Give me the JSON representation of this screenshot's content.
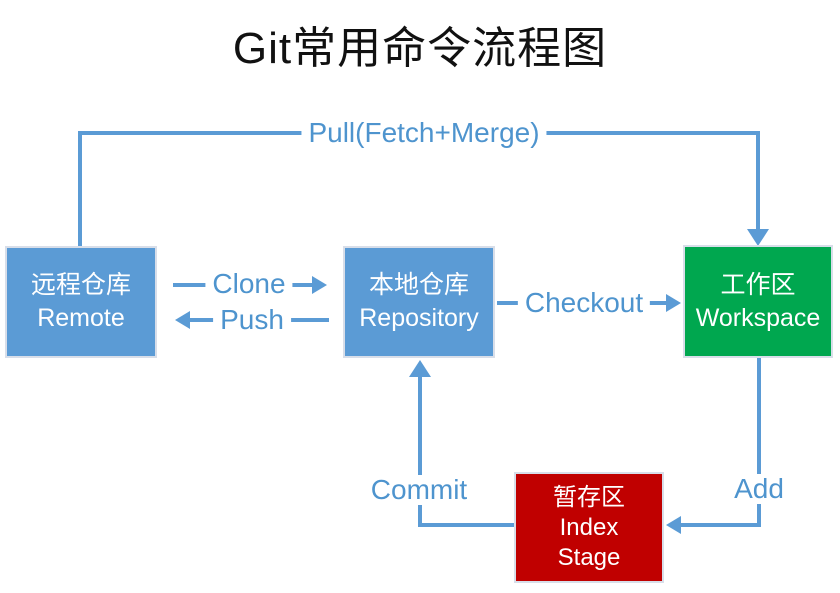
{
  "title": "Git常用命令流程图",
  "colors": {
    "node_blue": "#5b9bd5",
    "node_green": "#00a74f",
    "node_red": "#c00000",
    "node_border": "#d8dee9",
    "arrow_blue": "#5b9bd5",
    "label_blue": "#4e94ce",
    "title_black": "#111111"
  },
  "nodes": {
    "remote": {
      "title": "远程仓库",
      "subtitle": "Remote"
    },
    "repository": {
      "title": "本地仓库",
      "subtitle": "Repository"
    },
    "workspace": {
      "title": "工作区",
      "subtitle": "Workspace"
    },
    "index": {
      "title": "暂存区",
      "subtitle": "Index",
      "subtitle2": "Stage"
    }
  },
  "edges": {
    "pull": {
      "label": "Pull(Fetch+Merge)",
      "from": "remote",
      "to": "workspace"
    },
    "clone": {
      "label": "Clone",
      "from": "remote",
      "to": "repository"
    },
    "push": {
      "label": "Push",
      "from": "repository",
      "to": "remote"
    },
    "checkout": {
      "label": "Checkout",
      "from": "repository",
      "to": "workspace"
    },
    "commit": {
      "label": "Commit",
      "from": "index",
      "to": "repository"
    },
    "add": {
      "label": "Add",
      "from": "workspace",
      "to": "index"
    }
  }
}
